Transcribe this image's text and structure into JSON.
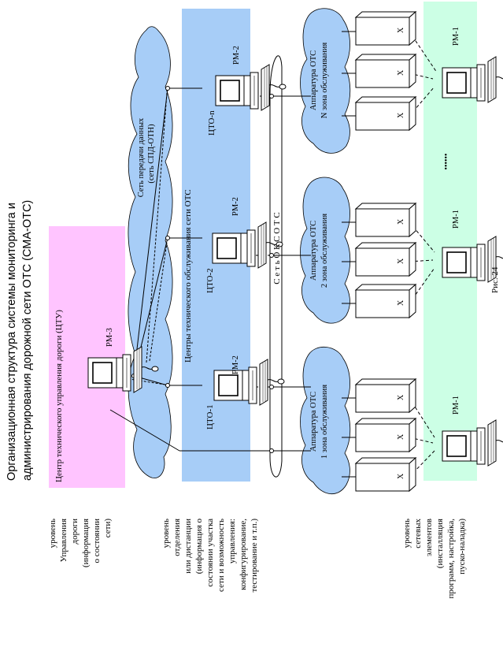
{
  "title": {
    "line1": "Организационная структура системы мониторинга и",
    "line2": "администрирования дорожной сети ОТС (СМА-ОТС)"
  },
  "figure_caption": "Рис. 24",
  "regions": {
    "ctu": "Центр технического управления дороги (ЦТУ)",
    "cto": "Центры технического обслуживания сети ОТС",
    "spd": {
      "line1": "Сеть  передачи  данных",
      "line2": "(сеть СПД-ОТН)"
    },
    "oks": "С е т ь    О К С    О Т С"
  },
  "workstations": {
    "rm3": "РМ-3",
    "rm2": "РМ-2",
    "rm1": "РМ-1",
    "cto1": "ЦТО-1",
    "cto2": "ЦТО-2",
    "cton": "ЦТО-n"
  },
  "zones": [
    {
      "line1": "Аппаратура ОТС",
      "line2": "1 зона обслуживания"
    },
    {
      "line1": "Аппаратура ОТС",
      "line2": "2 зона обслуживания"
    },
    {
      "line1": "Аппаратура ОТС",
      "line2": "N зона обслуживания"
    }
  ],
  "equipment_mark": "Х",
  "ellipsis": "••••••",
  "levels": {
    "road": [
      "уровень",
      "Управления",
      "дороги",
      "(информация",
      "о состоянии",
      "сети)"
    ],
    "department": [
      "уровень",
      "отделения",
      "или дистанции",
      "(информация о",
      "состоянии участка",
      "сети и возможность",
      "управления:",
      "конфигурирование,",
      "тестирование и т.п.)"
    ],
    "elements": [
      "уровень",
      "сетевых",
      "элементов",
      "(инсталляция",
      "программ, настройка,",
      "пуско-наладка)"
    ]
  },
  "colors": {
    "ctu_fill": "#ffc4ff",
    "cto_fill": "#a7cdf7",
    "cloud_fill": "#a7cdf7",
    "rm1_strip": "#ccffe5"
  }
}
